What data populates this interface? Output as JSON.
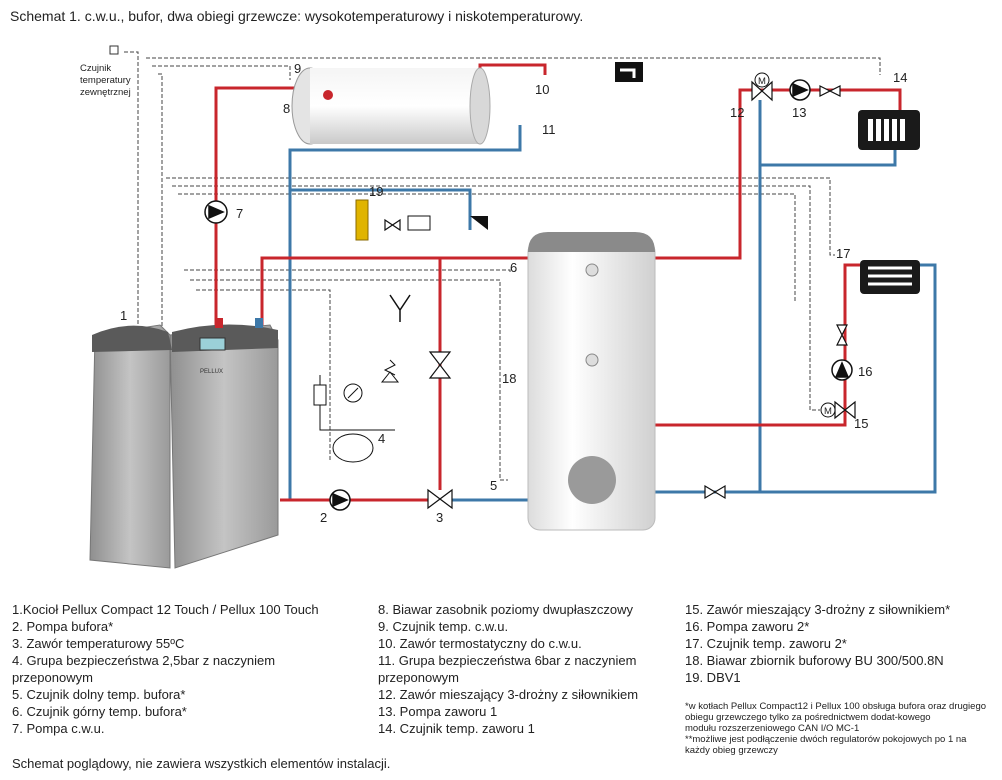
{
  "title": "Schemat 1. c.w.u., bufor, dwa obiegi grzewcze: wysokotemperaturowy  i niskotemperaturowy.",
  "sensor_label": [
    "Czujnik",
    "temperatury",
    "zewnętrznej"
  ],
  "boiler_brand": "PELLUX",
  "numbers": [
    "1",
    "2",
    "3",
    "4",
    "5",
    "6",
    "7",
    "8",
    "9",
    "10",
    "11",
    "12",
    "13",
    "14",
    "15",
    "16",
    "17",
    "18",
    "19"
  ],
  "motor_symbol": "M",
  "legend": {
    "col1": [
      "1.Kocioł Pellux Compact 12 Touch / Pellux 100 Touch",
      "2. Pompa bufora*",
      "3. Zawór temperaturowy 55ºC",
      "4. Grupa bezpieczeństwa 2,5bar z naczyniem przeponowym",
      "5. Czujnik dolny temp. bufora*",
      "6. Czujnik górny temp. bufora*",
      "7. Pompa c.w.u."
    ],
    "col2": [
      "8. Biawar zasobnik poziomy dwupłaszczowy",
      "9. Czujnik temp. c.w.u.",
      "10. Zawór termostatyczny do c.w.u.",
      "11. Grupa bezpieczeństwa 6bar z naczyniem przeponowym",
      "12. Zawór mieszający 3-drożny z siłownikiem",
      "13. Pompa zaworu 1",
      "14. Czujnik temp. zaworu 1"
    ],
    "col3": [
      "15. Zawór mieszający 3-drożny z siłownikiem*",
      "16. Pompa zaworu 2*",
      "17. Czujnik temp. zaworu 2*",
      "18. Biawar zbiornik buforowy BU 300/500.8N",
      "19. DBV1"
    ]
  },
  "footnotes": [
    "*w kotłach Pellux Compact12 i Pellux 100 obsługa bufora oraz drugiego obiegu grzewczego tylko za pośrednictwem dodat-kowego",
    "modułu rozszerzeniowego CAN I/O MC-1",
    "**możliwe jest podłączenie dwóch regulatorów pokojowych po 1 na każdy obieg grzewczy"
  ],
  "caption": "Schemat poglądowy, nie zawiera wszystkich elementów instalacji.",
  "colors": {
    "hot": "#c8262c",
    "cold": "#3d78a8",
    "signal": "#444444",
    "boiler": "#a8a8a8",
    "boiler_dark": "#6b6b6b",
    "tank": "#f2f2f2",
    "tank_cap": "#8a8a8a"
  }
}
